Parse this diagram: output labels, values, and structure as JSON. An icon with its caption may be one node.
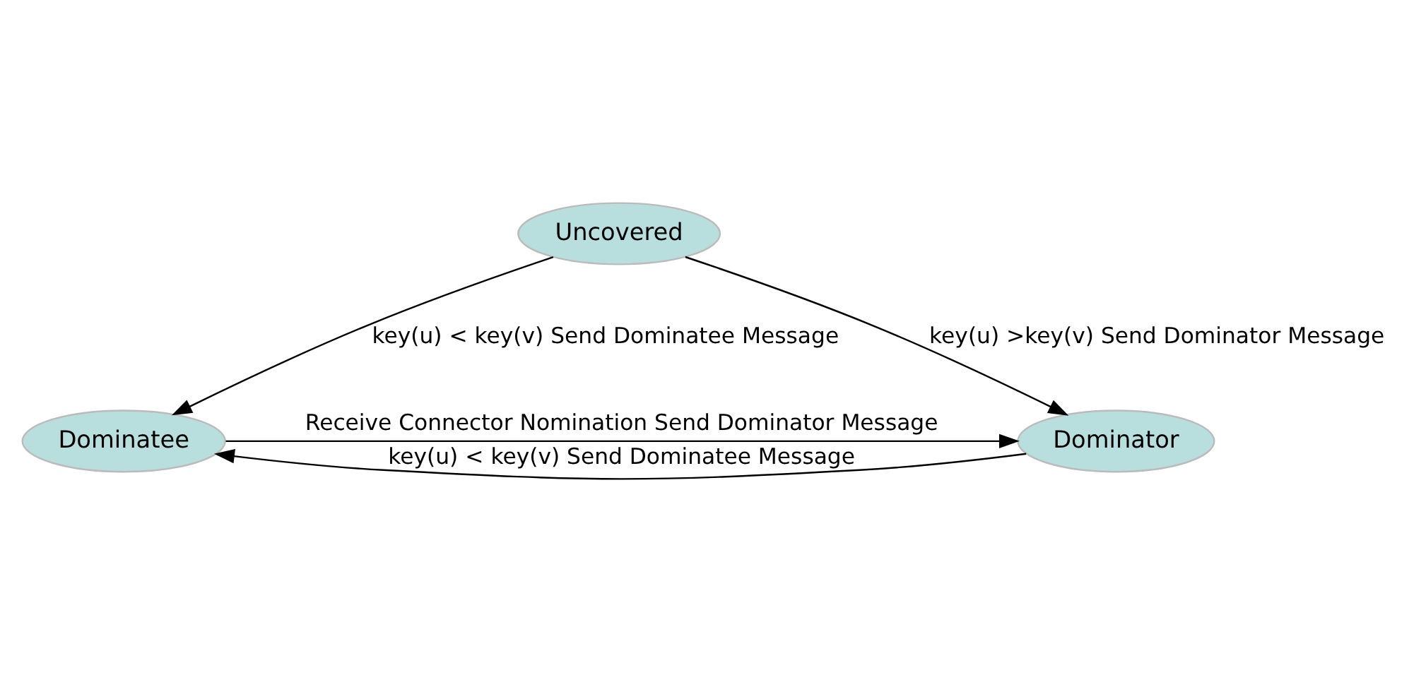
{
  "diagram": {
    "nodes": [
      {
        "text": [
          "Uncovered"
        ]
      },
      {
        "text": [
          "Dominatee"
        ]
      },
      {
        "text": [
          "Dominator"
        ]
      }
    ],
    "edges": [
      {
        "from": 0,
        "to": 1,
        "arrow": "to",
        "label": "key(u) < key(v) Send Dominatee Message"
      },
      {
        "from": 0,
        "to": 2,
        "arrow": "to",
        "label": "key(u) >key(v) Send Dominator Message"
      },
      {
        "from": 2,
        "to": 1,
        "arrow": "to",
        "label": "key(u) < key(v) Send Dominatee Message"
      },
      {
        "from": 1,
        "to": 2,
        "arrow": "to",
        "label": "Receive Connector Nomination Send Dominator Message"
      }
    ]
  }
}
